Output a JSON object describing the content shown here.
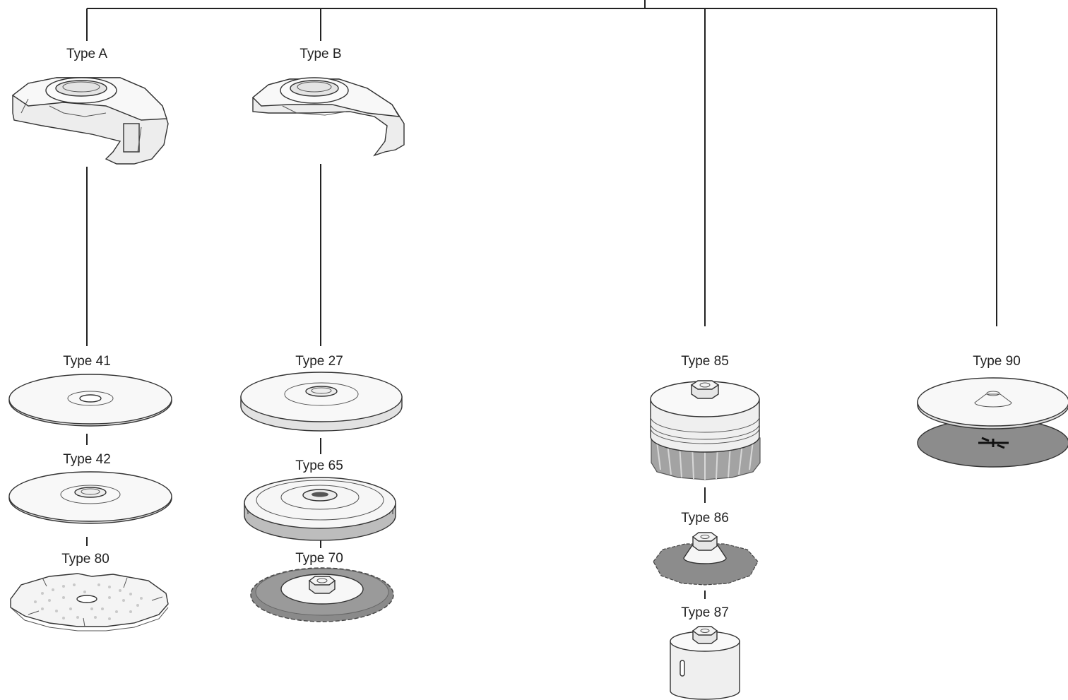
{
  "labels": {
    "type_a": "Type A",
    "type_b": "Type B",
    "type_41": "Type 41",
    "type_42": "Type 42",
    "type_80": "Type 80",
    "type_27": "Type 27",
    "type_65": "Type 65",
    "type_70": "Type 70",
    "type_85": "Type 85",
    "type_86": "Type 86",
    "type_87": "Type 87",
    "type_90": "Type 90"
  },
  "colors": {
    "line": "#222222",
    "part_fill": "#f7f7f7",
    "part_shadow": "#dedede",
    "bristle": "#8a8a8a",
    "backing_pad": "#8c8c8c"
  }
}
